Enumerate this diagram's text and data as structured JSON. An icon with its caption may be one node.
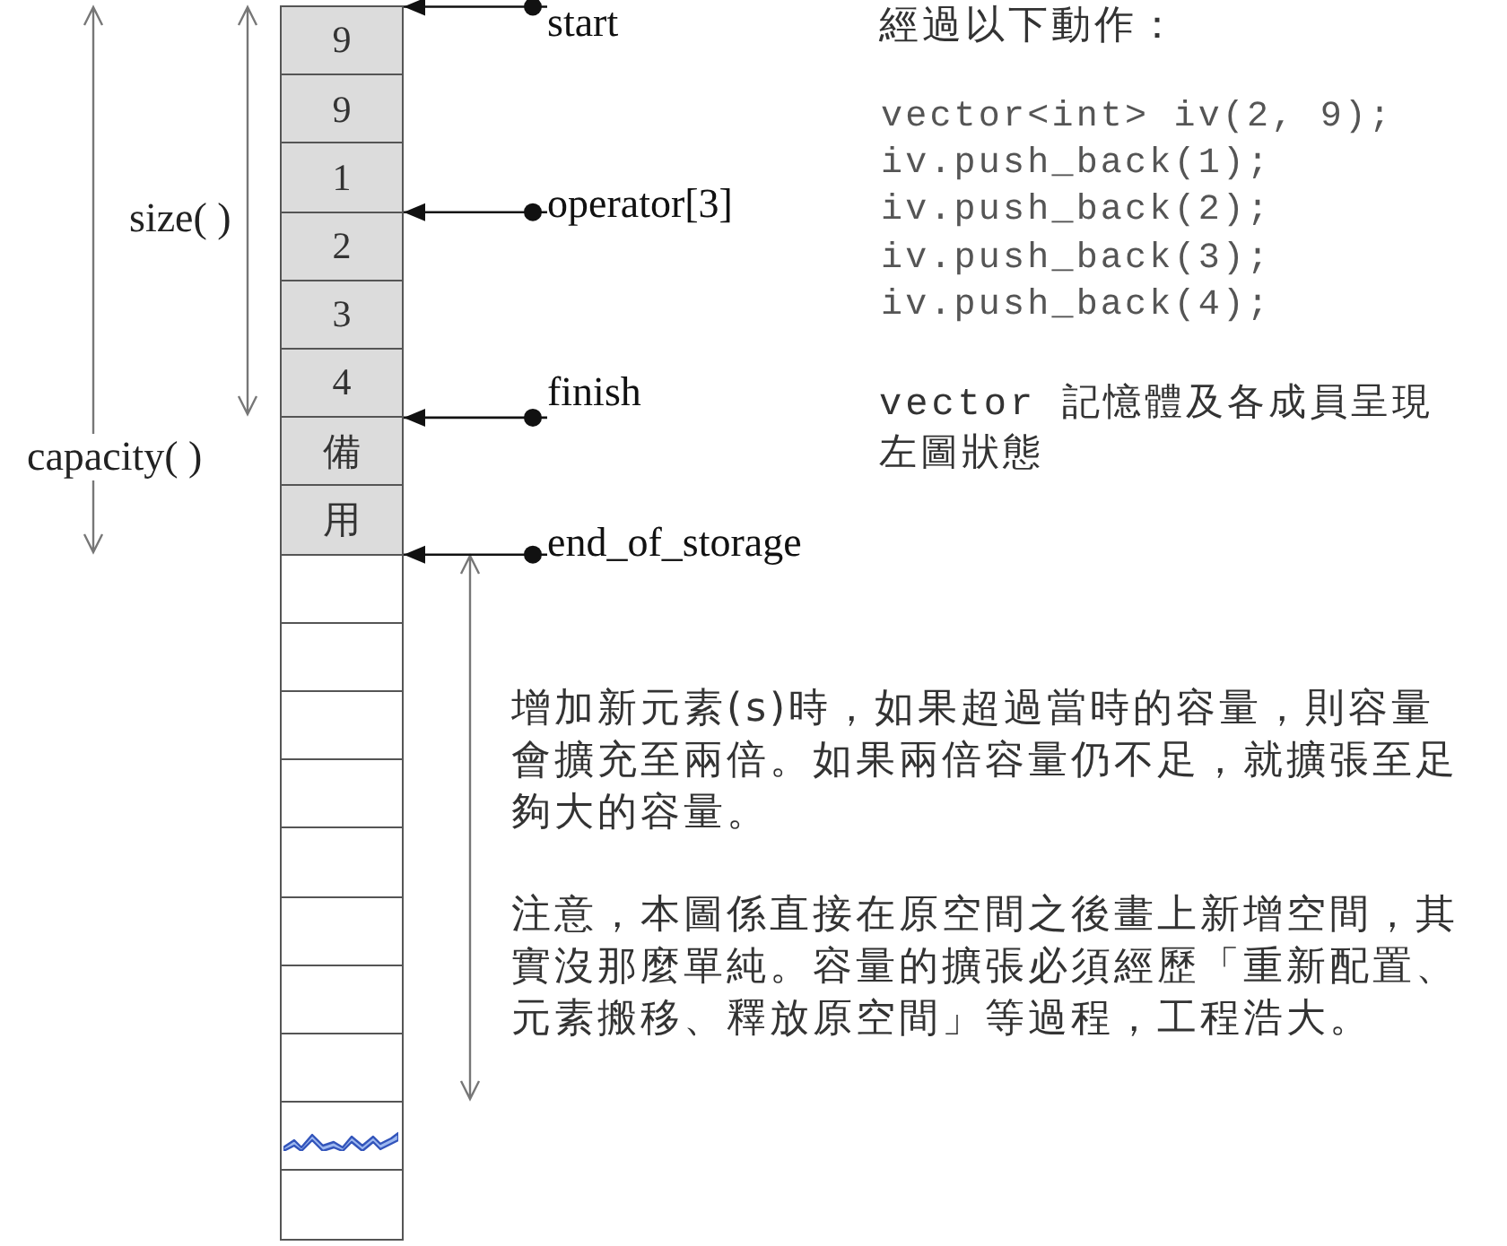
{
  "diagram": {
    "nodes": [
      {
        "text": [
          "9"
        ]
      },
      {
        "text": [
          "9"
        ]
      },
      {
        "text": [
          "1"
        ]
      },
      {
        "text": [
          "2"
        ]
      },
      {
        "text": [
          "3"
        ]
      },
      {
        "text": [
          "4"
        ]
      },
      {
        "text": [
          "備"
        ]
      },
      {
        "text": [
          "用"
        ]
      },
      {
        "text": [],
        "shape": "box"
      },
      {
        "text": [],
        "shape": "box"
      },
      {
        "text": [],
        "shape": "box"
      },
      {
        "text": [],
        "shape": "box"
      },
      {
        "text": [],
        "shape": "box"
      },
      {
        "text": [],
        "shape": "box"
      },
      {
        "text": [],
        "shape": "box"
      },
      {
        "text": [],
        "shape": "box"
      },
      {
        "text": [],
        "shape": "box"
      },
      {
        "text": [],
        "shape": "box"
      },
      {
        "text": [
          "start"
        ]
      },
      {
        "text": [
          "operator[3]"
        ]
      },
      {
        "text": [
          "finish"
        ]
      },
      {
        "text": [
          "end_of_storage"
        ]
      }
    ],
    "edges": [
      {
        "from": 18,
        "to": 0,
        "arrow": "to"
      },
      {
        "from": 19,
        "to": 3,
        "arrow": "to"
      },
      {
        "from": 20,
        "to": 6,
        "arrow": "to"
      },
      {
        "from": 21,
        "to": 8,
        "arrow": "to"
      }
    ],
    "labels": [
      "size( )",
      "capacity( )",
      "經過以下動作：",
      "vector<int> iv(2, 9);",
      "iv.push_back(1);",
      "iv.push_back(2);",
      "iv.push_back(3);",
      "iv.push_back(4);",
      "vector 記憶體及各成員呈現左圖狀態",
      "增加新元素(s)時，如果超過當時的容量，則容量會擴充至兩倍。如果兩倍容量仍不足，就擴張至足夠大的容量。",
      "注意，本圖係直接在原空間之後畫上新增空間，其實沒那麼單純。容量的擴張必須經歷「重新配置、元素搬移、釋放原空間」等過程，工程浩大。"
    ]
  }
}
